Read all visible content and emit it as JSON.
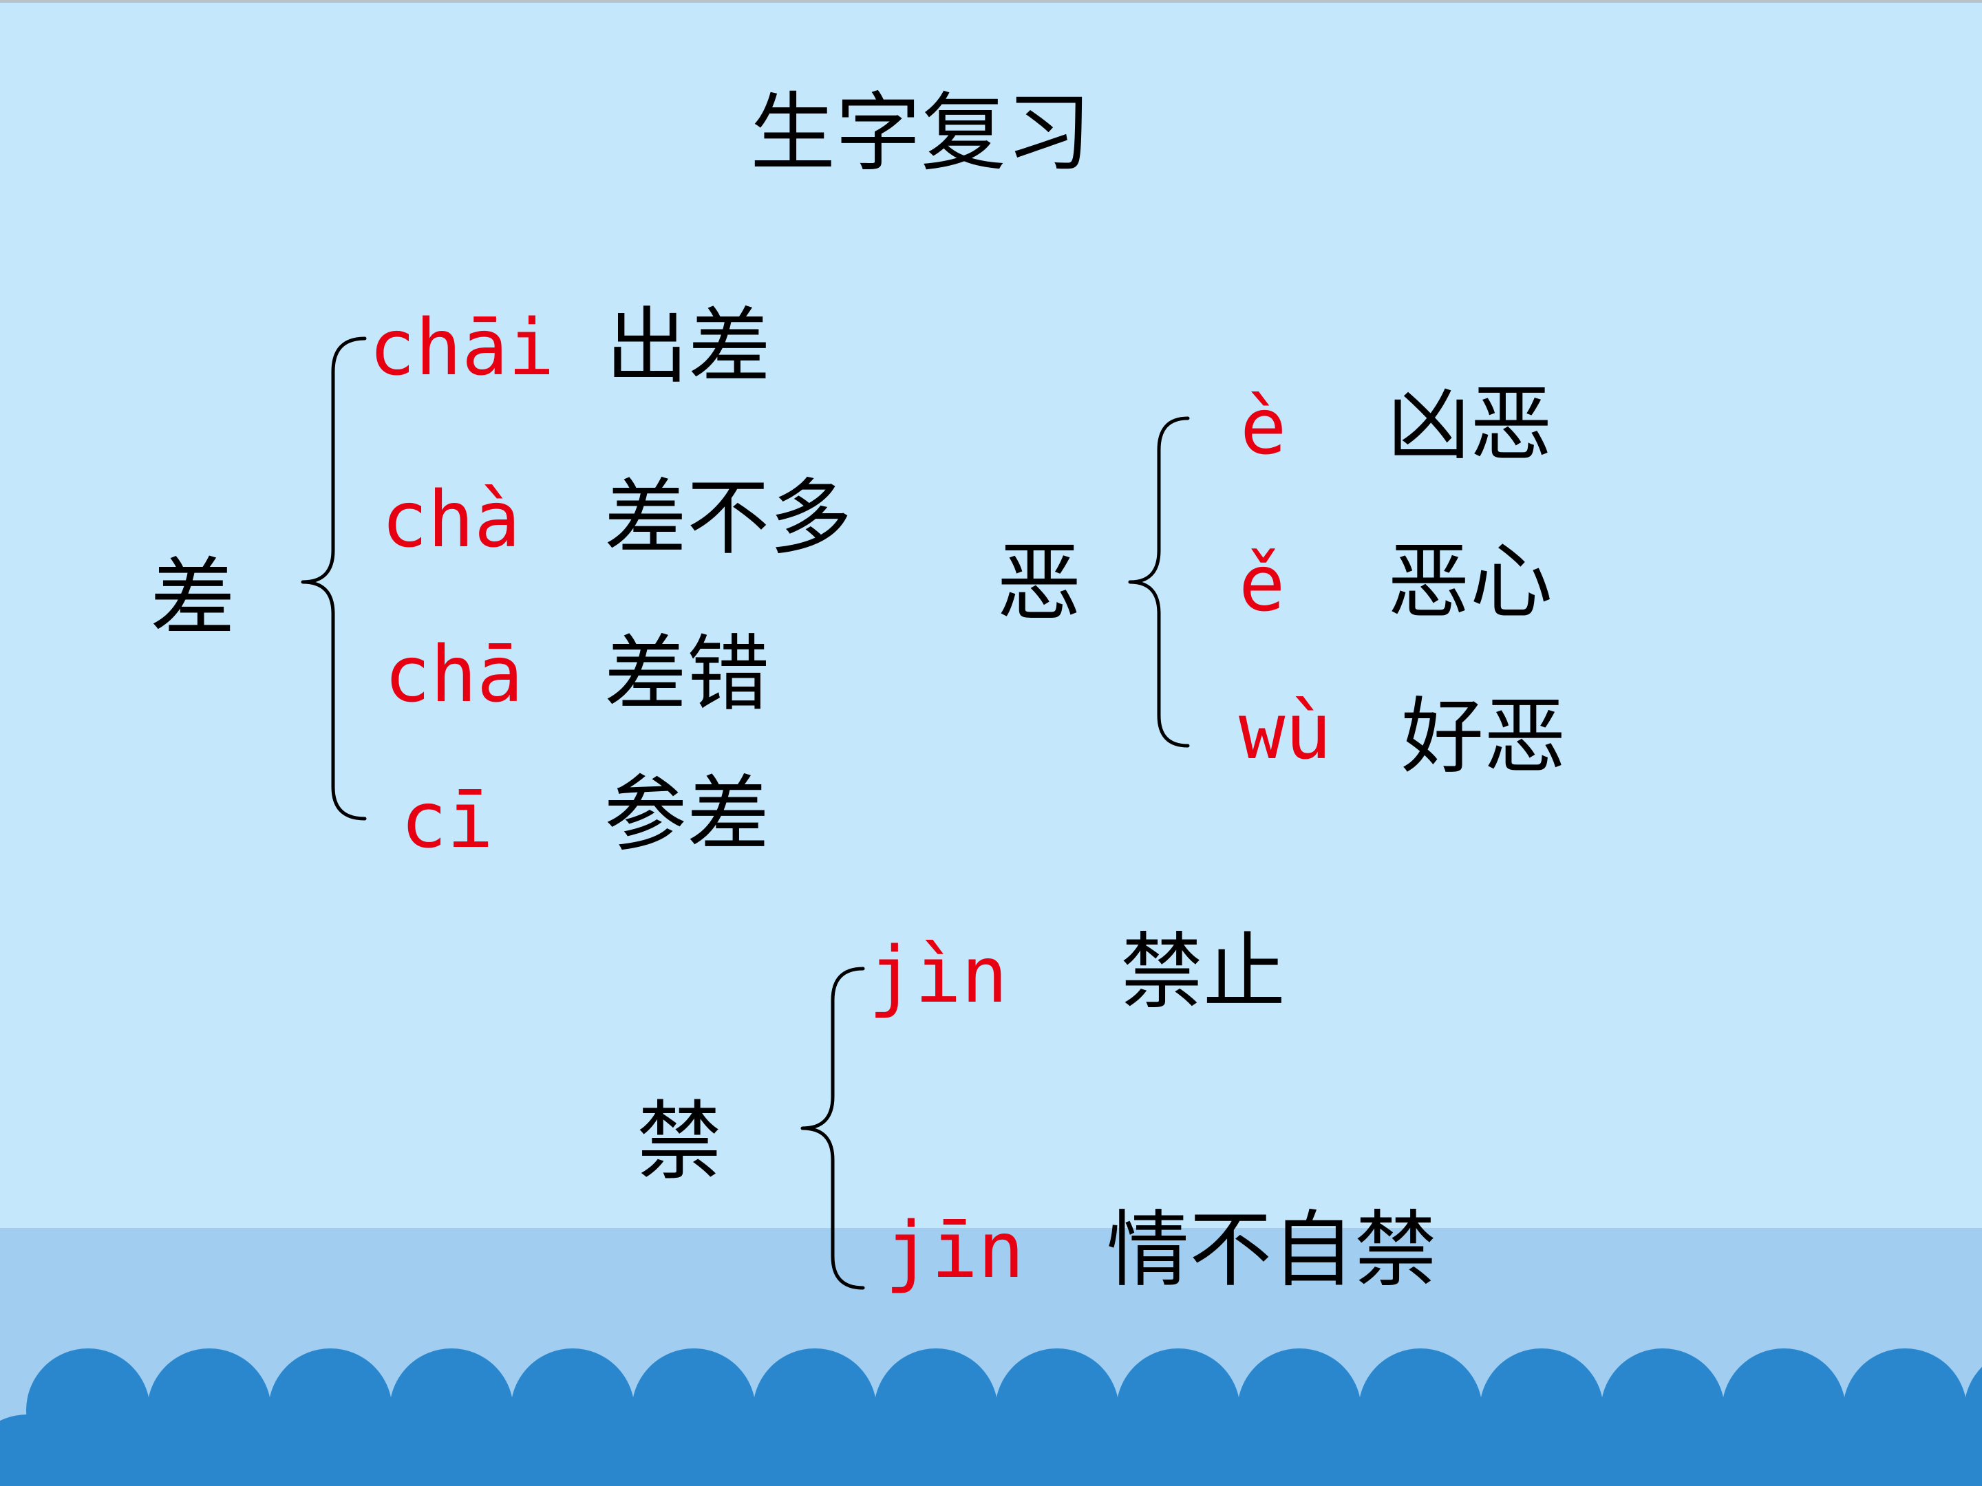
{
  "colors": {
    "background": "#c5e7fb",
    "band": "#a0cdf0",
    "waves": "#2b87cd",
    "pinyin": "#e60012",
    "text": "#000000",
    "bracket": "#000000"
  },
  "title": "生字复习",
  "groups": [
    {
      "char": "差",
      "readings": [
        {
          "pinyin": "chāi",
          "word": "出差"
        },
        {
          "pinyin": "chà",
          "word": "差不多"
        },
        {
          "pinyin": "chā",
          "word": "差错"
        },
        {
          "pinyin": "cī",
          "word": "参差"
        }
      ]
    },
    {
      "char": "恶",
      "readings": [
        {
          "pinyin": "è",
          "word": "凶恶"
        },
        {
          "pinyin": "ě",
          "word": "恶心"
        },
        {
          "pinyin": "wù",
          "word": "好恶"
        }
      ]
    },
    {
      "char": "禁",
      "readings": [
        {
          "pinyin": "jìn",
          "word": "禁止"
        },
        {
          "pinyin": "jīn",
          "word": "情不自禁"
        }
      ]
    }
  ]
}
